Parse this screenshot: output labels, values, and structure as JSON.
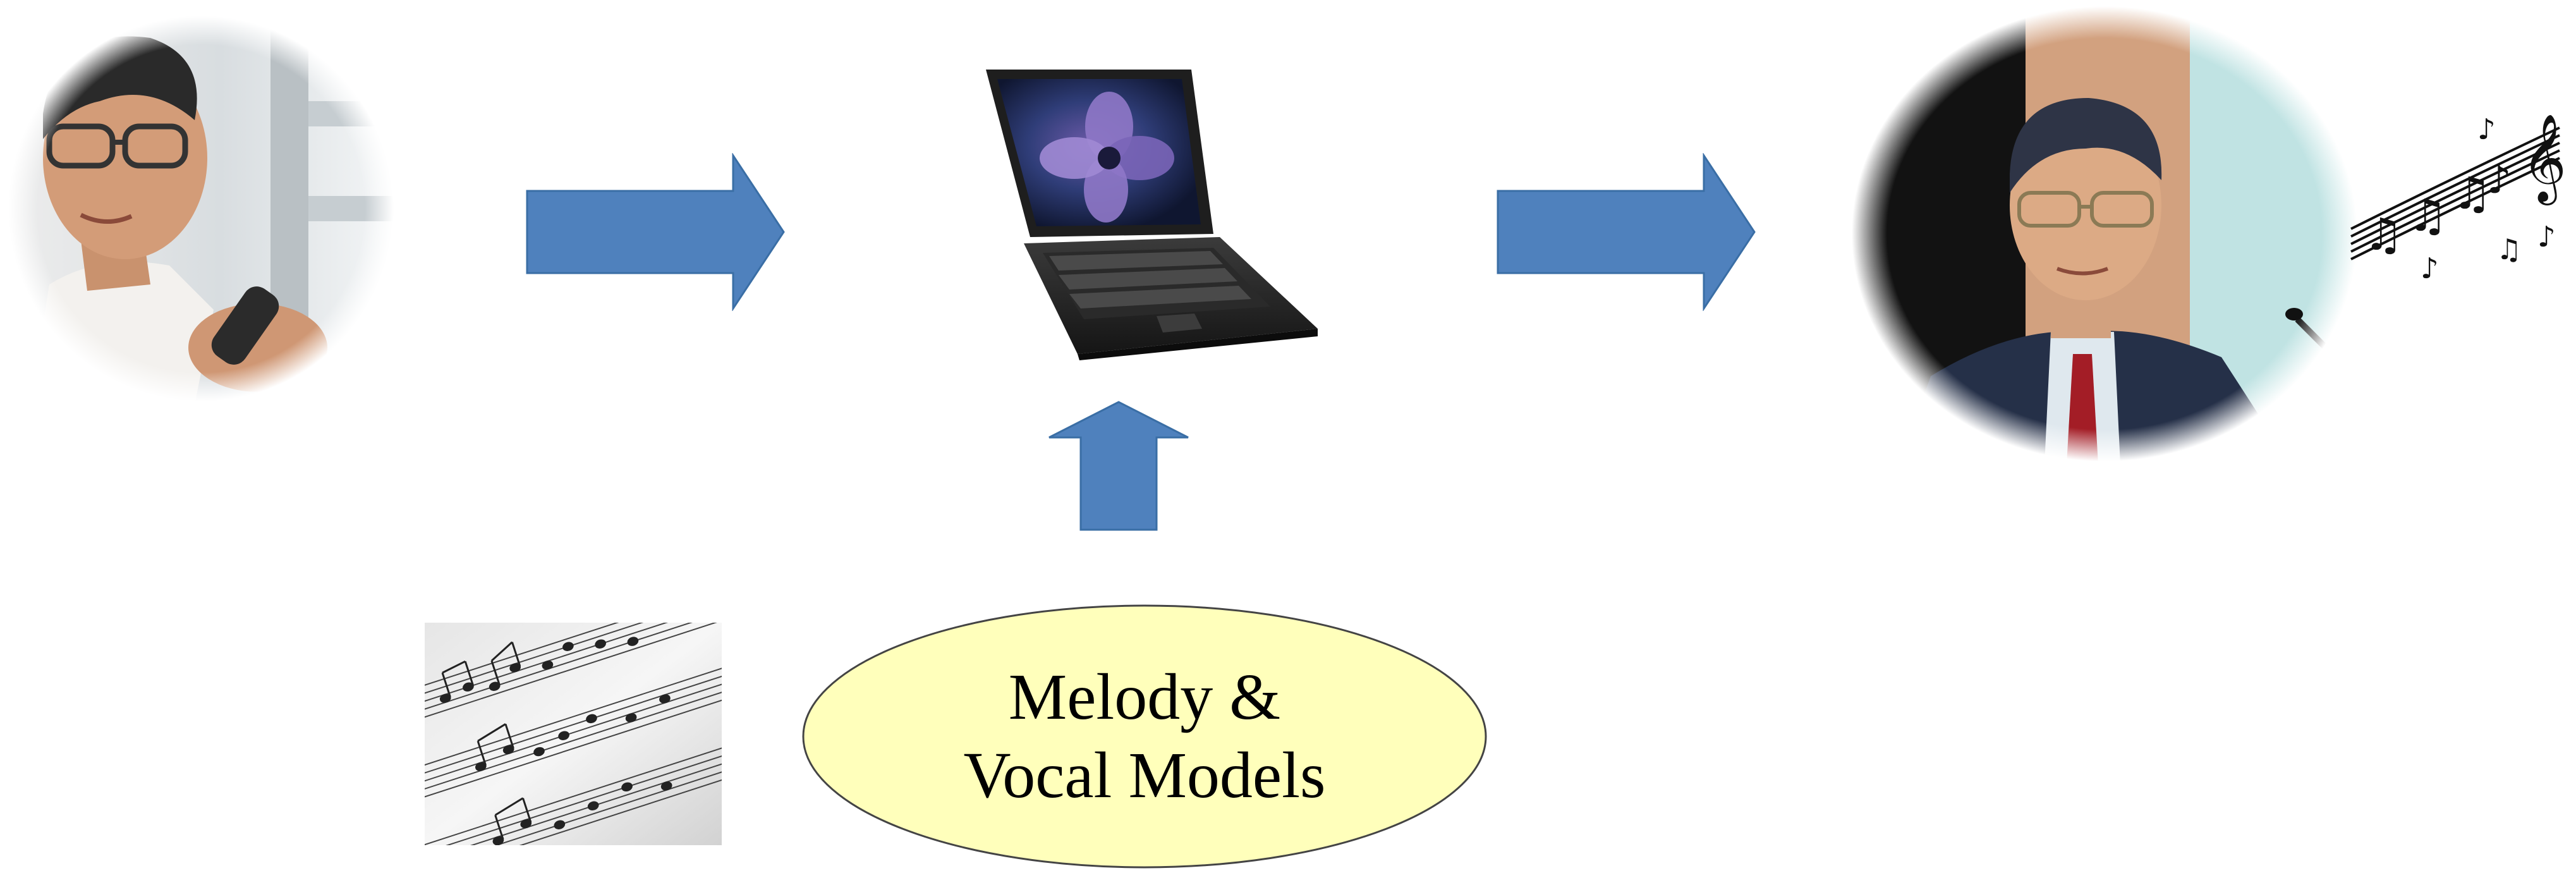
{
  "input": {
    "person_photo": "person-holding-phone-photo"
  },
  "process": {
    "device": "laptop-icon",
    "models_label_line1": "Melody &",
    "models_label_line2": "Vocal Models",
    "score_image": "sheet-music-photo"
  },
  "output": {
    "singer_photo": "singer-with-microphone-photo",
    "music_notes": "music-notes-icon"
  },
  "colors": {
    "arrow_fill": "#4F81BD",
    "arrow_stroke": "#3A6EA5",
    "ellipse_fill": "#FFFFBB",
    "ellipse_stroke": "#444444"
  }
}
